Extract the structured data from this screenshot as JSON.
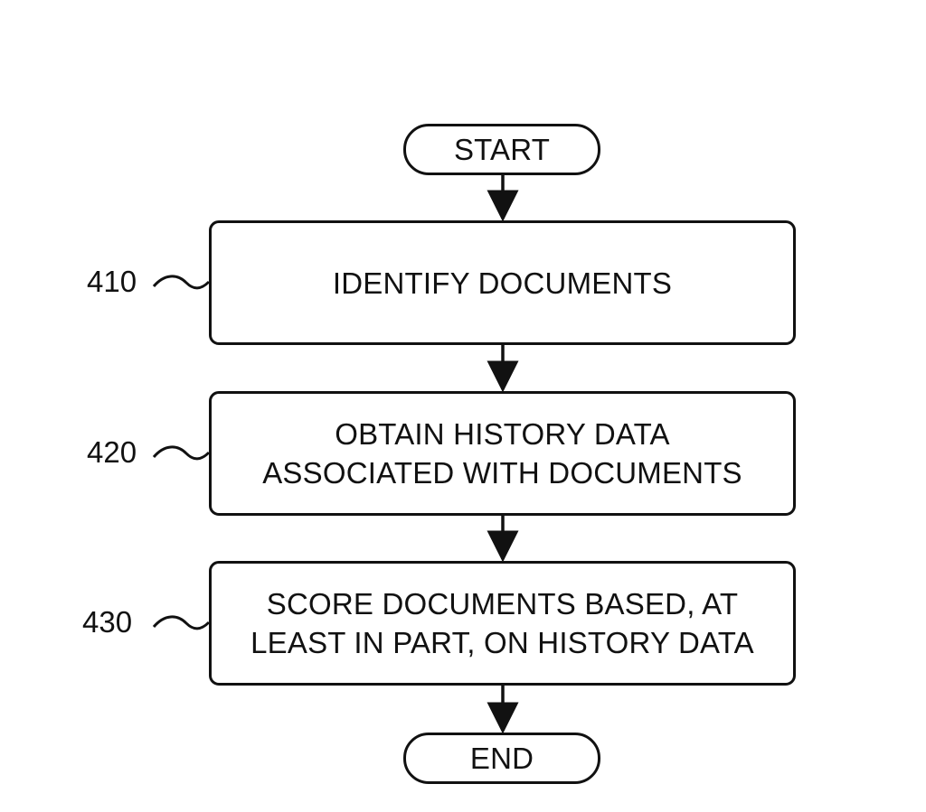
{
  "flowchart": {
    "start": {
      "label": "START"
    },
    "steps": [
      {
        "ref": "410",
        "lines": [
          "IDENTIFY DOCUMENTS"
        ]
      },
      {
        "ref": "420",
        "lines": [
          "OBTAIN HISTORY DATA",
          "ASSOCIATED WITH DOCUMENTS"
        ]
      },
      {
        "ref": "430",
        "lines": [
          "SCORE DOCUMENTS BASED, AT",
          "LEAST IN PART, ON HISTORY DATA"
        ]
      }
    ],
    "end": {
      "label": "END"
    }
  }
}
